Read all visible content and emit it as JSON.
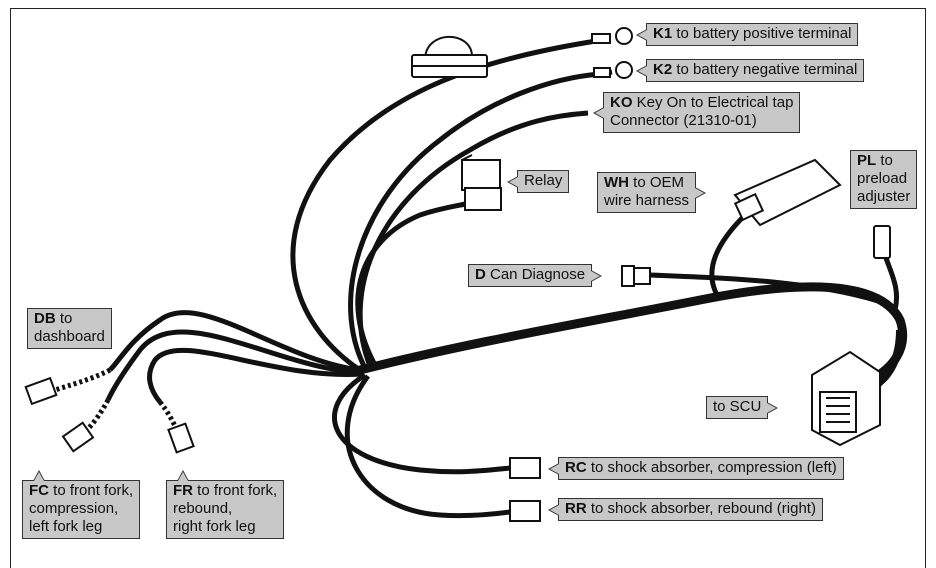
{
  "colors": {
    "cable": "#111111",
    "callout_fill": "#c8c8c8",
    "connector_fill": "#ffffff"
  },
  "callouts": {
    "k1": {
      "code": "K1",
      "text": " to battery positive terminal"
    },
    "k2": {
      "code": "K2",
      "text": " to battery negative terminal"
    },
    "ko": {
      "code": "KO",
      "text": " Key On to Electrical tap\nConnector (21310-01)"
    },
    "relay": {
      "code": "",
      "text": "Relay"
    },
    "wh": {
      "code": "WH",
      "text": " to OEM\nwire harness"
    },
    "pl": {
      "code": "PL",
      "text": " to\npreload\nadjuster"
    },
    "d": {
      "code": "D",
      "text": " Can Diagnose"
    },
    "db": {
      "code": "DB",
      "text": " to\ndashboard"
    },
    "scu": {
      "code": "",
      "text": "to SCU"
    },
    "fc": {
      "code": "FC",
      "text": " to front fork,\ncompression,\nleft fork leg"
    },
    "fr": {
      "code": "FR",
      "text": " to front fork,\nrebound,\nright fork leg"
    },
    "rc": {
      "code": "RC",
      "text": " to shock absorber, compression (left)"
    },
    "rr": {
      "code": "RR",
      "text": " to shock absorber, rebound (right)"
    }
  }
}
